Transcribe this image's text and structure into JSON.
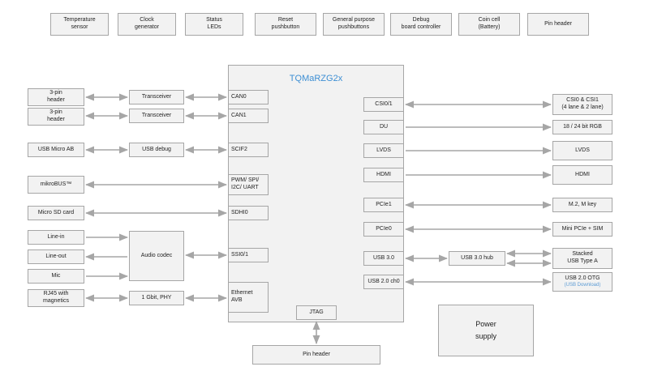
{
  "top_row": [
    "Temperature\nsensor",
    "Clock\ngenerator",
    "Status\nLEDs",
    "Reset\npushbutton",
    "General purpose\npushbuttons",
    "Debug\nboard controller",
    "Coin cell\n(Battery)",
    "Pin header"
  ],
  "soc": {
    "title": "TQMaRZG2x",
    "left_ports": [
      "CAN0",
      "CAN1",
      "SCIF2",
      "PWM/ SPI/\nI2C/ UART",
      "SDHI0",
      "SSI0/1",
      "Ethernet\nAVB"
    ],
    "right_ports": [
      "CSI0/1",
      "DU",
      "LVDS",
      "HDMI",
      "PCIe1",
      "PCIe0",
      "USB 3.0",
      "USB 2.0 ch0"
    ],
    "bottom_port": "JTAG"
  },
  "left_mid": {
    "transceiver_0": "Transceiver",
    "transceiver_1": "Transceiver",
    "usb_debug": "USB debug",
    "audio_codec": "Audio codec",
    "phy": "1 Gbit,   PHY"
  },
  "left_outer": {
    "header_0": "3-pin\nheader",
    "header_1": "3-pin\nheader",
    "usb_micro_ab": "USB Micro AB",
    "mikrobus": "mikroBUS™",
    "micro_sd": "Micro SD card",
    "line_in": "Line-in",
    "line_out": "Line-out",
    "mic": "Mic",
    "rj45": "RJ45 with\nmagnetics"
  },
  "right_outer": {
    "csi": "CSI0 & CSI1\n(4 lane & 2 lane)",
    "rgb": "18 / 24 bit RGB",
    "lvds": "LVDS",
    "hdmi": "HDMI",
    "m2": "M.2, M key",
    "mini_pcie": "Mini PCIe + SIM",
    "usb30_hub": "USB 3.0 hub",
    "stacked_usb": "Stacked\nUSB Type A",
    "usb20_otg": "USB 2.0 OTG",
    "usb_download": "(USB Download)"
  },
  "bottom": {
    "pin_header": "Pin header",
    "power_supply": "Power\nsupply"
  },
  "colors": {
    "box_fill": "#f2f2f2",
    "box_border": "#a6a6a6",
    "arrow": "#a6a6a6",
    "title": "#3d8fd4"
  }
}
